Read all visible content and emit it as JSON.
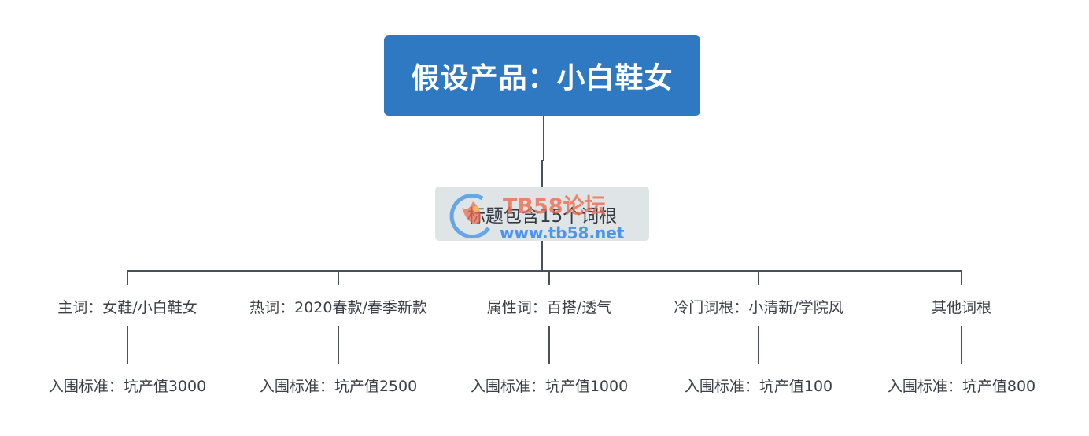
{
  "root": {
    "label": "假设产品：小白鞋女"
  },
  "level1": {
    "label": "标题包含15个词根"
  },
  "branches": [
    {
      "label": "主词：女鞋/小白鞋女",
      "criterion": "入围标准：坑产值3000"
    },
    {
      "label": "热词：2020春款/春季新款",
      "criterion": "入围标准：坑产值2500"
    },
    {
      "label": "属性词：百搭/透气",
      "criterion": "入围标准：坑产值1000"
    },
    {
      "label": "冷门词根：小清新/学院风",
      "criterion": "入围标准：坑产值100"
    },
    {
      "label": "其他词根",
      "criterion": "入围标准：坑产值800"
    }
  ],
  "watermark": {
    "brand": "TB58论坛",
    "url": "www.tb58.net"
  },
  "colors": {
    "root_fill": "#2f79c3",
    "sub_fill": "#dfe4e7",
    "line": "#4a5058",
    "text": "#3b4048"
  }
}
